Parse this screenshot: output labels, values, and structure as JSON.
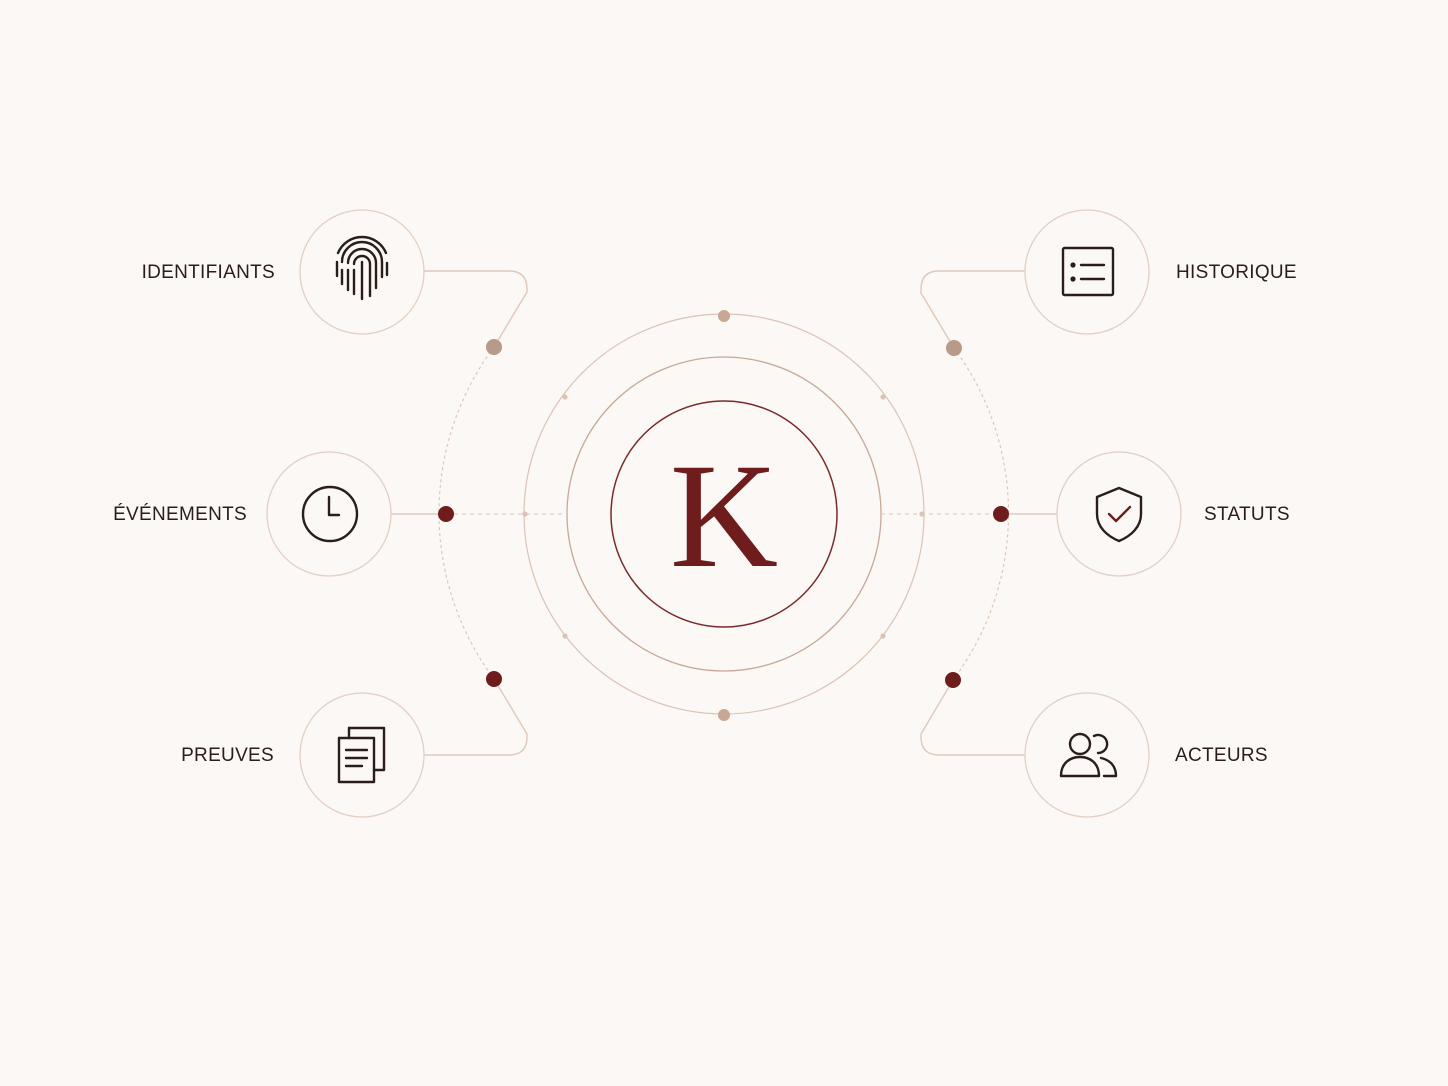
{
  "center": {
    "letter": "K"
  },
  "nodes": {
    "identifiants": {
      "label": "IDENTIFIANTS",
      "icon": "fingerprint-icon"
    },
    "evenements": {
      "label": "ÉVÉNEMENTS",
      "icon": "clock-icon"
    },
    "preuves": {
      "label": "PREUVES",
      "icon": "document-icon"
    },
    "historique": {
      "label": "HISTORIQUE",
      "icon": "list-icon"
    },
    "statuts": {
      "label": "STATUTS",
      "icon": "shield-check-icon"
    },
    "acteurs": {
      "label": "ACTEURS",
      "icon": "users-icon"
    }
  },
  "colors": {
    "background": "#fbf8f5",
    "accent": "#6e1c1c",
    "line": "#dcc3b6",
    "tan_dot": "#b89a88",
    "text": "#2a1d1a"
  }
}
